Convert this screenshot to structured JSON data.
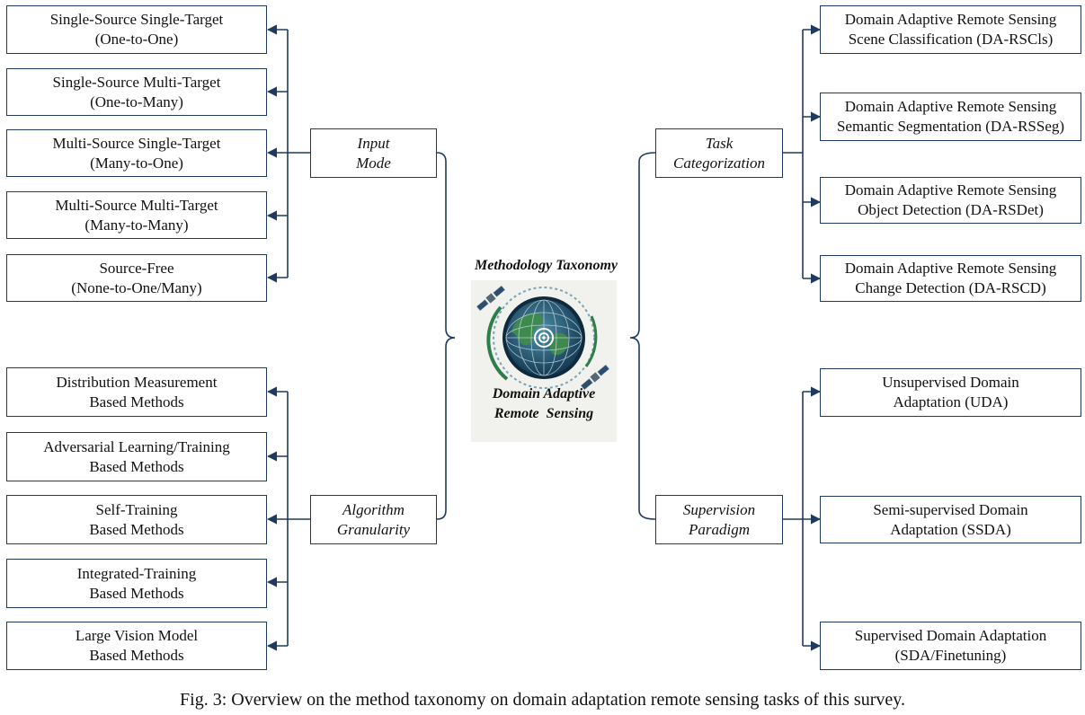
{
  "center": {
    "title": "Methodology Taxonomy",
    "image_caption_line1": "Domain Adaptive",
    "image_caption_line2": "Remote  Sensing",
    "image_icon": "globe-satellite-illustration"
  },
  "categories": {
    "input_mode": [
      "Input",
      "Mode"
    ],
    "algorithm_granularity": [
      "Algorithm",
      "Granularity"
    ],
    "task_categorization": [
      "Task",
      "Categorization"
    ],
    "supervision_paradigm": [
      "Supervision",
      "Paradigm"
    ]
  },
  "input_mode_items": [
    [
      "Single-Source Single-Target",
      "(One-to-One)"
    ],
    [
      "Single-Source Multi-Target",
      "(One-to-Many)"
    ],
    [
      "Multi-Source Single-Target",
      "(Many-to-One)"
    ],
    [
      "Multi-Source Multi-Target",
      "(Many-to-Many)"
    ],
    [
      "Source-Free",
      "(None-to-One/Many)"
    ]
  ],
  "algorithm_items": [
    [
      "Distribution Measurement",
      "Based Methods"
    ],
    [
      "Adversarial Learning/Training",
      "Based Methods"
    ],
    [
      "Self-Training",
      "Based Methods"
    ],
    [
      "Integrated-Training",
      "Based Methods"
    ],
    [
      "Large Vision Model",
      "Based Methods"
    ]
  ],
  "task_items": [
    [
      "Domain Adaptive Remote Sensing",
      "Scene Classification (DA-RSCls)"
    ],
    [
      "Domain Adaptive Remote Sensing",
      "Semantic Segmentation (DA-RSSeg)"
    ],
    [
      "Domain Adaptive Remote Sensing",
      "Object Detection (DA-RSDet)"
    ],
    [
      "Domain Adaptive Remote Sensing",
      "Change Detection (DA-RSCD)"
    ]
  ],
  "supervision_items": [
    [
      "Unsupervised Domain",
      "Adaptation (UDA)"
    ],
    [
      "Semi-supervised Domain",
      "Adaptation (SSDA)"
    ],
    [
      "Supervised Domain Adaptation",
      "(SDA/Finetuning)"
    ]
  ],
  "caption": "Fig. 3: Overview on the method taxonomy on domain adaptation remote sensing tasks of this survey.",
  "colors": {
    "line": "#1f3a5f",
    "border": "#1f3a5f"
  }
}
